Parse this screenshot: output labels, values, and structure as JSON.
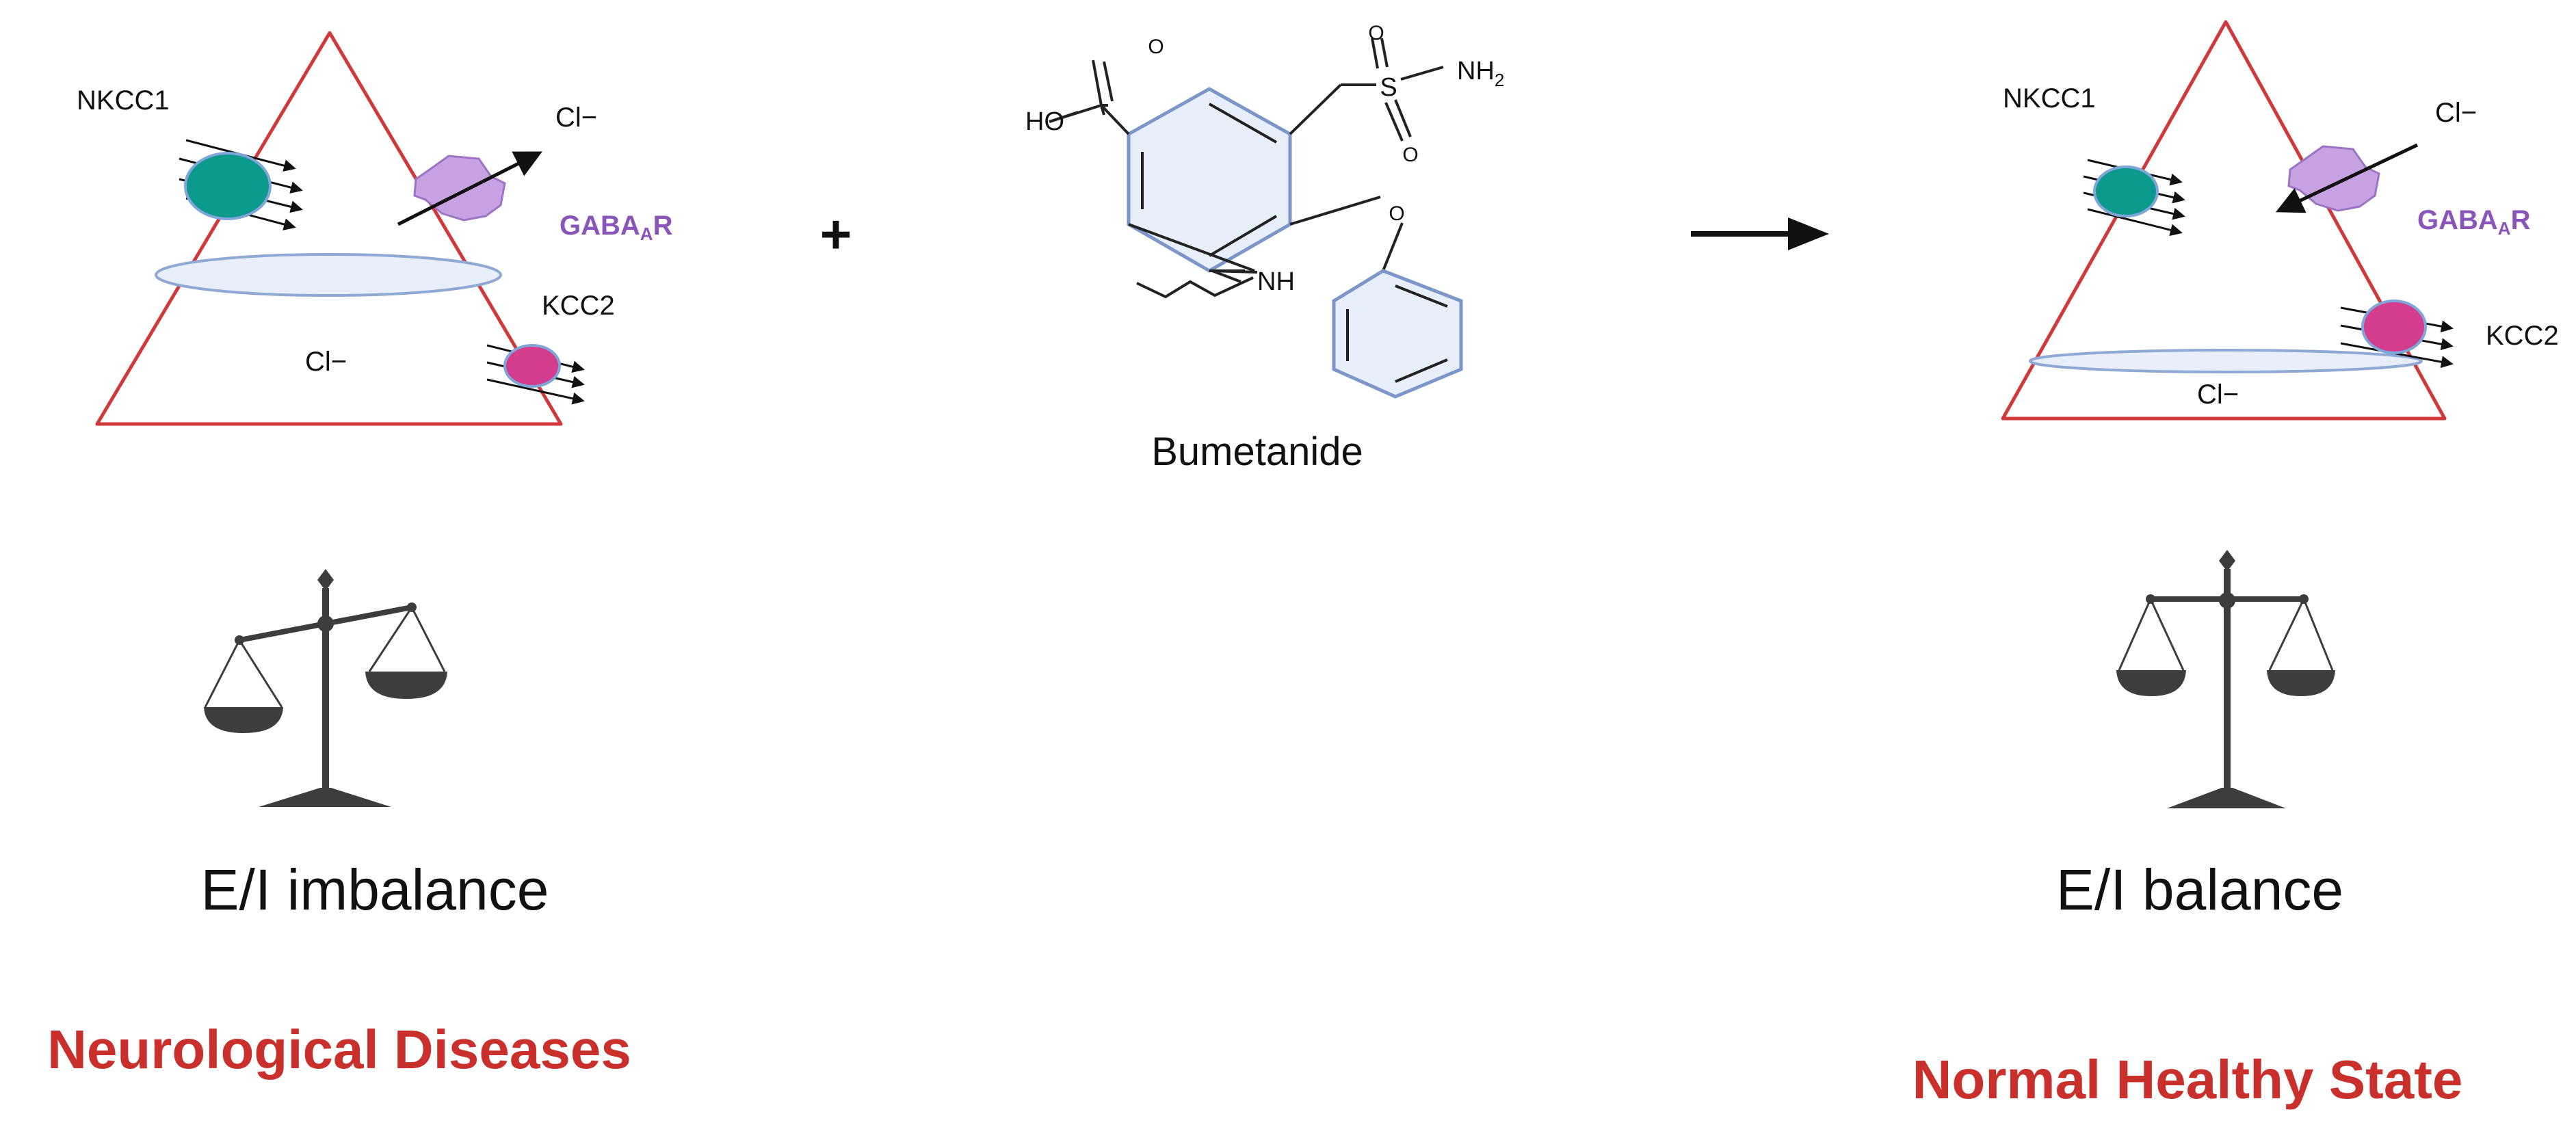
{
  "left_panel": {
    "nkcc1_label": "NKCC1",
    "cl_out_label": "Cl−",
    "gaba_label": "GABA",
    "gaba_sub": "A",
    "gaba_suffix": "R",
    "kcc2_label": "KCC2",
    "cl_in_label": "Cl−",
    "balance_caption": "E/I imbalance",
    "state_title": "Neurological Diseases"
  },
  "middle": {
    "plus_symbol": "+",
    "drug_name": "Bumetanide",
    "atoms": {
      "ho": "HO",
      "o_carbonyl": "O",
      "s": "S",
      "o_top": "O",
      "o_bottom": "O",
      "nh2": "NH",
      "nh2_sub": "2",
      "nh": "NH",
      "o_ether": "O"
    }
  },
  "right_panel": {
    "nkcc1_label": "NKCC1",
    "cl_out_label": "Cl−",
    "gaba_label": "GABA",
    "gaba_sub": "A",
    "gaba_suffix": "R",
    "kcc2_label": "KCC2",
    "cl_in_label": "Cl−",
    "balance_caption": "E/I balance",
    "state_title": "Normal Healthy State"
  },
  "colors": {
    "neuron_outline": "#d0383a",
    "title_red": "#c9302c",
    "nkcc1_fill": "#0b9a8c",
    "kcc2_fill": "#d43d8e",
    "gaba_fill": "#c7a2e2",
    "gaba_text": "#8a55b8",
    "membrane_fill": "#dfe8f6",
    "membrane_stroke": "#8fa9d4",
    "ring_fill": "#e8eefa",
    "scale_fill": "#3d3d3d"
  }
}
